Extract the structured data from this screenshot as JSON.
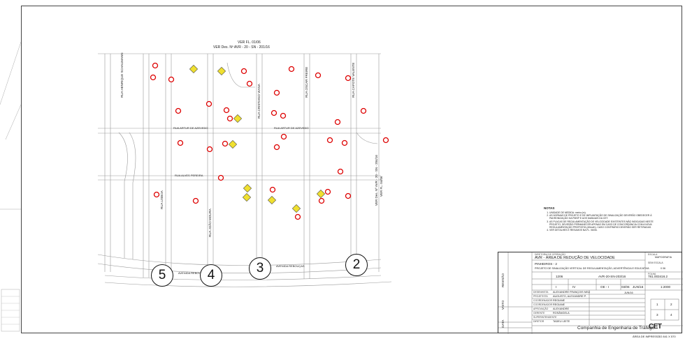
{
  "header_ref": {
    "line1": "VER FL. 01/06",
    "line2": "VER Des. Nº AVR - 20 - SN - 201/16"
  },
  "side_ref": {
    "line1": "VER Des. Nº AVR - 20 - SN - 204/16",
    "line2": "VER FL. 04/06"
  },
  "area_numbers": [
    "5",
    "4",
    "3",
    "2"
  ],
  "streets": {
    "h1": "RUA   ARTUR   DE   AZEVEDO",
    "h1b": "RUA ARTUR DE AZEVEDO",
    "h2": "RUA   ALVES   PEREIRA",
    "h3": "AVENIDA   REBOUÇAS",
    "h3b": "AVENIDA   REBOUÇAS",
    "v1": "RUA   HENRIQUE   SCHAUMANN",
    "v2": "RUA   JOÃO   MOURA",
    "v3": "RUA   CRISTIANO   VIANA",
    "v4": "RUA   LISBOA",
    "v5": "RUA   CAPOTE   VALENTE",
    "v6": "RUA   OSCAR   FREIRE"
  },
  "notes": {
    "title": "NOTAS",
    "items": [
      "UNIDADE DE MEDIDA: metro (m).",
      "AS NORMAS DE PROJETO E DE IMPLANTAÇÃO DE SINALIZAÇÃO DEVERÃO OBEDECER À PADRONIZAÇÃO DA PMSP E AOS MANUAIS DA CET.",
      "AS PLACAS DE REGULAMENTAÇÃO DE VELOCIDADE EXISTENTES NÃO INDICADAS NESTE PROJETO, DEVERÃO PERMANECER APENAS EM CASO DE CONCORDÂNCIA COM A NOVA REGULAMENTAÇÃO PROPOSTA (40km/h). CASO CONTRÁRIO DEVERÃO SER RETIRADAS.",
      "VER DETALHES E RESUMOS NA FL. 06/06."
    ]
  },
  "title_block": {
    "subtitle_small": "DIRETORIA DE OPERAÇÃO",
    "title": "AVR - ÁREA DE  REDUÇÃO DE VELOCIDADE",
    "region": "PINHEIROS - 2",
    "project": "PROJETO DE SINALIZAÇÃO VERTICAL DE REGULAMENTAÇÃO, ADVERTÊNCIA E EDUCATIVA",
    "corner_label": "ESCALA",
    "corner_value": "SEM ESCALA",
    "mapa": "MAPOGRAFIA",
    "folha_code": "0 06",
    "hdr_fl": "FOLHA",
    "code1": "1206",
    "code2": "AVR-20-SN-203/16",
    "code3": "781.003416.2",
    "row2": [
      "I",
      "IV",
      "OE - I",
      "03/06",
      "JUN/16",
      "1:2000"
    ],
    "people_labels": [
      "DESENHISTA",
      "PROJETISTA",
      "COORDENADOR",
      "COORDENADOR",
      "APROVAÇÃO",
      "GERENTE",
      "SUPERINTENDENTE",
      "DIRETOR"
    ],
    "people": [
      "ALEXANDRE FRANÇOIS NELI",
      "AUGUSTO, ALEXANDRE P.",
      "REGIANE",
      "REGIANE",
      "ALEXANDRE",
      "ROSÂNGELA",
      "",
      "TADEU LEITE"
    ],
    "date_val": "JUN/16",
    "sheet_grid": [
      "1",
      "2",
      "3",
      "4"
    ],
    "company": "Companhia de Engenharia de Tráfego",
    "logo": "CET",
    "footer": "ÁREA DE IMPRESSÃO 841 X 570"
  },
  "side_labels": {
    "revisao": "REVISÃO",
    "visto": "VISTO",
    "data": "DATA"
  }
}
